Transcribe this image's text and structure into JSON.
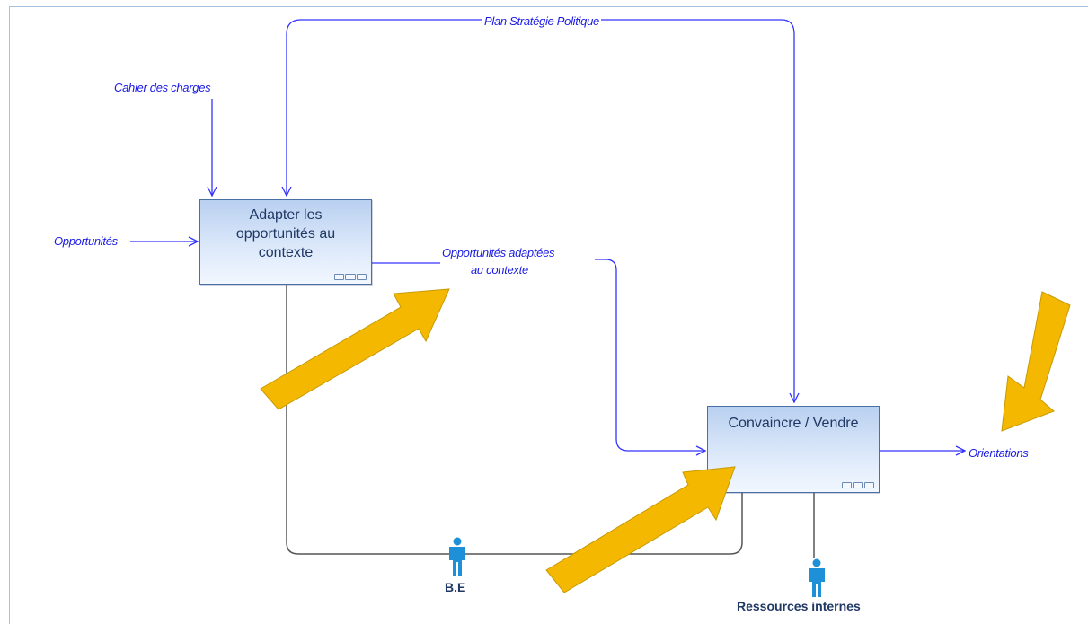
{
  "activities": {
    "adapter": {
      "lines": [
        "Adapter les",
        "opportunités au",
        "contexte"
      ]
    },
    "vendre": {
      "lines": [
        "Convaincre / Vendre"
      ]
    }
  },
  "flows": {
    "control_plan": "Plan Stratégie Politique",
    "control_cahier": "Cahier des charges",
    "input_opportunites": "Opportunités",
    "output_adaptees_line1": "Opportunités adaptées",
    "output_adaptees_line2": "au contexte",
    "output_orientations": "Orientations"
  },
  "mechanisms": {
    "be": {
      "label": "B.E",
      "icon": "person-icon"
    },
    "ressources": {
      "label": "Ressources internes",
      "icon": "person-icon"
    }
  },
  "colors": {
    "flow_line": "#3333ff",
    "mechanism_line": "#555555",
    "activity_border": "#4a6fa5",
    "highlight_arrow": "#f5b800",
    "person": "#1e90d8"
  },
  "highlight_arrows": [
    {
      "name": "highlight-arrow-output",
      "direction": "up-right"
    },
    {
      "name": "highlight-arrow-orientations",
      "direction": "down-left"
    },
    {
      "name": "highlight-arrow-vendre",
      "direction": "up-right"
    }
  ]
}
